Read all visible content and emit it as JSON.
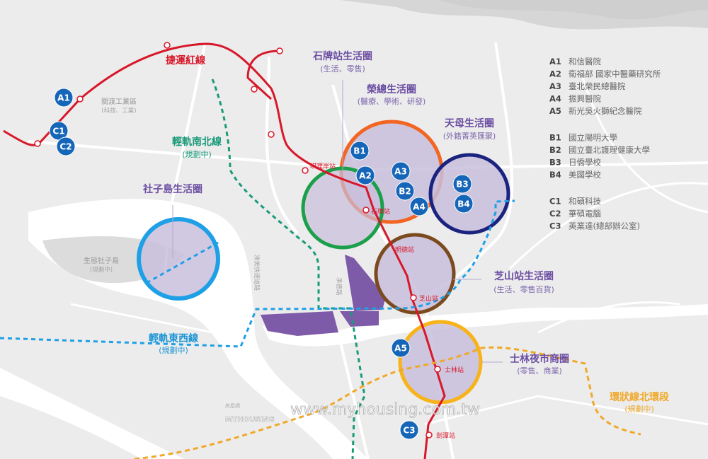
{
  "lines": {
    "red_line": {
      "name": "捷運紅線",
      "color": "#d7182a"
    },
    "light_rail_ns": {
      "name": "輕軌南北線",
      "note": "(規劃中)",
      "color": "#1a9a7a"
    },
    "light_rail_ew": {
      "name": "輕軌東西線",
      "note": "(規劃中)",
      "color": "#1a94d4"
    },
    "circular_north": {
      "name": "環狀線北環段",
      "note": "(規劃中)",
      "color": "#f0a828"
    }
  },
  "stations": [
    "唭哩岸站",
    "石牌站",
    "明德站",
    "芝山站",
    "士林站",
    "劍潭站"
  ],
  "areas": {
    "guandu": {
      "name": "關渡工業區",
      "sub": "(科技、工業)"
    },
    "shezi_eco": {
      "name": "生態社子島",
      "sub": "(規劃中)"
    }
  },
  "roads": [
    "洲美快速道路",
    "承德路"
  ],
  "zones": [
    {
      "name": "社子島生活圈",
      "sub": "",
      "color": "#1ea0e6"
    },
    {
      "name": "石牌站生活圈",
      "sub": "(生活、零售)",
      "color": "#1aa04a"
    },
    {
      "name": "榮總生活圈",
      "sub": "(醫療、學術、研發)",
      "color": "#f26522"
    },
    {
      "name": "天母生活圈",
      "sub": "(外籍菁英匯聚)",
      "color": "#1a237e"
    },
    {
      "name": "芝山站生活圈",
      "sub": "(生活、零售百貨)",
      "color": "#7b4a1e"
    },
    {
      "name": "士林夜市商圈",
      "sub": "(零售、商業)",
      "color": "#f7b319"
    }
  ],
  "markers": [
    "A1",
    "C1",
    "C2",
    "B1",
    "A2",
    "A3",
    "B2",
    "A4",
    "B3",
    "B4",
    "A5",
    "C3"
  ],
  "marker_color": "#1565b8",
  "legend": {
    "A": [
      {
        "code": "A1",
        "name": "和信醫院"
      },
      {
        "code": "A2",
        "name": "衛福部 國家中醫藥研究所"
      },
      {
        "code": "A3",
        "name": "臺北榮民總醫院"
      },
      {
        "code": "A4",
        "name": "振興醫院"
      },
      {
        "code": "A5",
        "name": "新光吳火獅紀念醫院"
      }
    ],
    "B": [
      {
        "code": "B1",
        "name": "國立陽明大學"
      },
      {
        "code": "B2",
        "name": "國立臺北護理健康大學"
      },
      {
        "code": "B3",
        "name": "日僑學校"
      },
      {
        "code": "B4",
        "name": "美國學校"
      }
    ],
    "C": [
      {
        "code": "C1",
        "name": "和碩科技"
      },
      {
        "code": "C2",
        "name": "華碩電腦"
      },
      {
        "code": "C3",
        "name": "英業達(總部辦公室)"
      }
    ]
  },
  "watermark": {
    "logo": "MYHOUSING",
    "logo_sub": "房屋網",
    "url": "www.myhousing.com.tw"
  }
}
